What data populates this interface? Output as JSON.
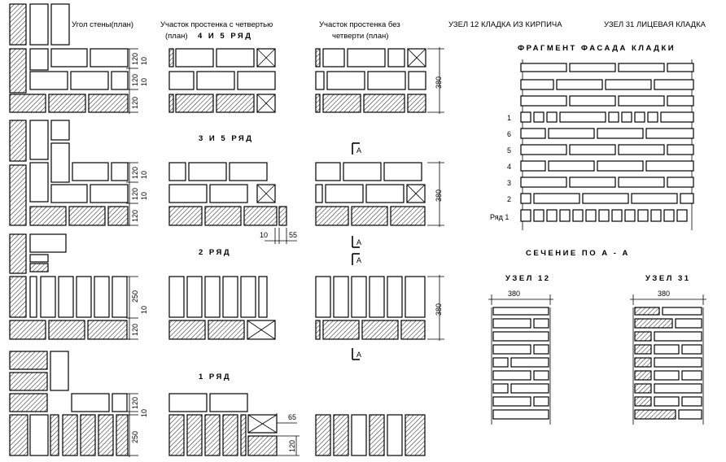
{
  "headers": {
    "corner": "Угол стены(план)",
    "pier_q_line1": "Участок простенка с четвертью",
    "pier_q_line2": "(план)",
    "pier_nq_line1": "Участок простенка без",
    "pier_nq_line2": "четверти (план)",
    "node12": "УЗЕЛ 12  КЛАДКА ИЗ КИРПИЧА",
    "node31": "УЗЕЛ 31 ЛИЦЕВАЯ КЛАДКА",
    "facade": "ФРАГМЕНТ ФАСАДА КЛАДКИ",
    "section": "СЕЧЕНИЕ ПО А - А",
    "sec12": "УЗЕЛ 12",
    "sec31": "УЗЕЛ 31"
  },
  "rows": {
    "r45": "4 И 5 РЯД",
    "r35": "3 И 5 РЯД",
    "r2": "2 РЯД",
    "r1": "1 РЯД"
  },
  "dims": {
    "d120": "120",
    "d10": "10",
    "d250": "250",
    "d380": "380",
    "d55": "55",
    "d65": "65"
  },
  "section_mark": "А",
  "facade_rows": [
    "1",
    "6",
    "5",
    "4",
    "3",
    "2",
    "Ряд 1"
  ]
}
